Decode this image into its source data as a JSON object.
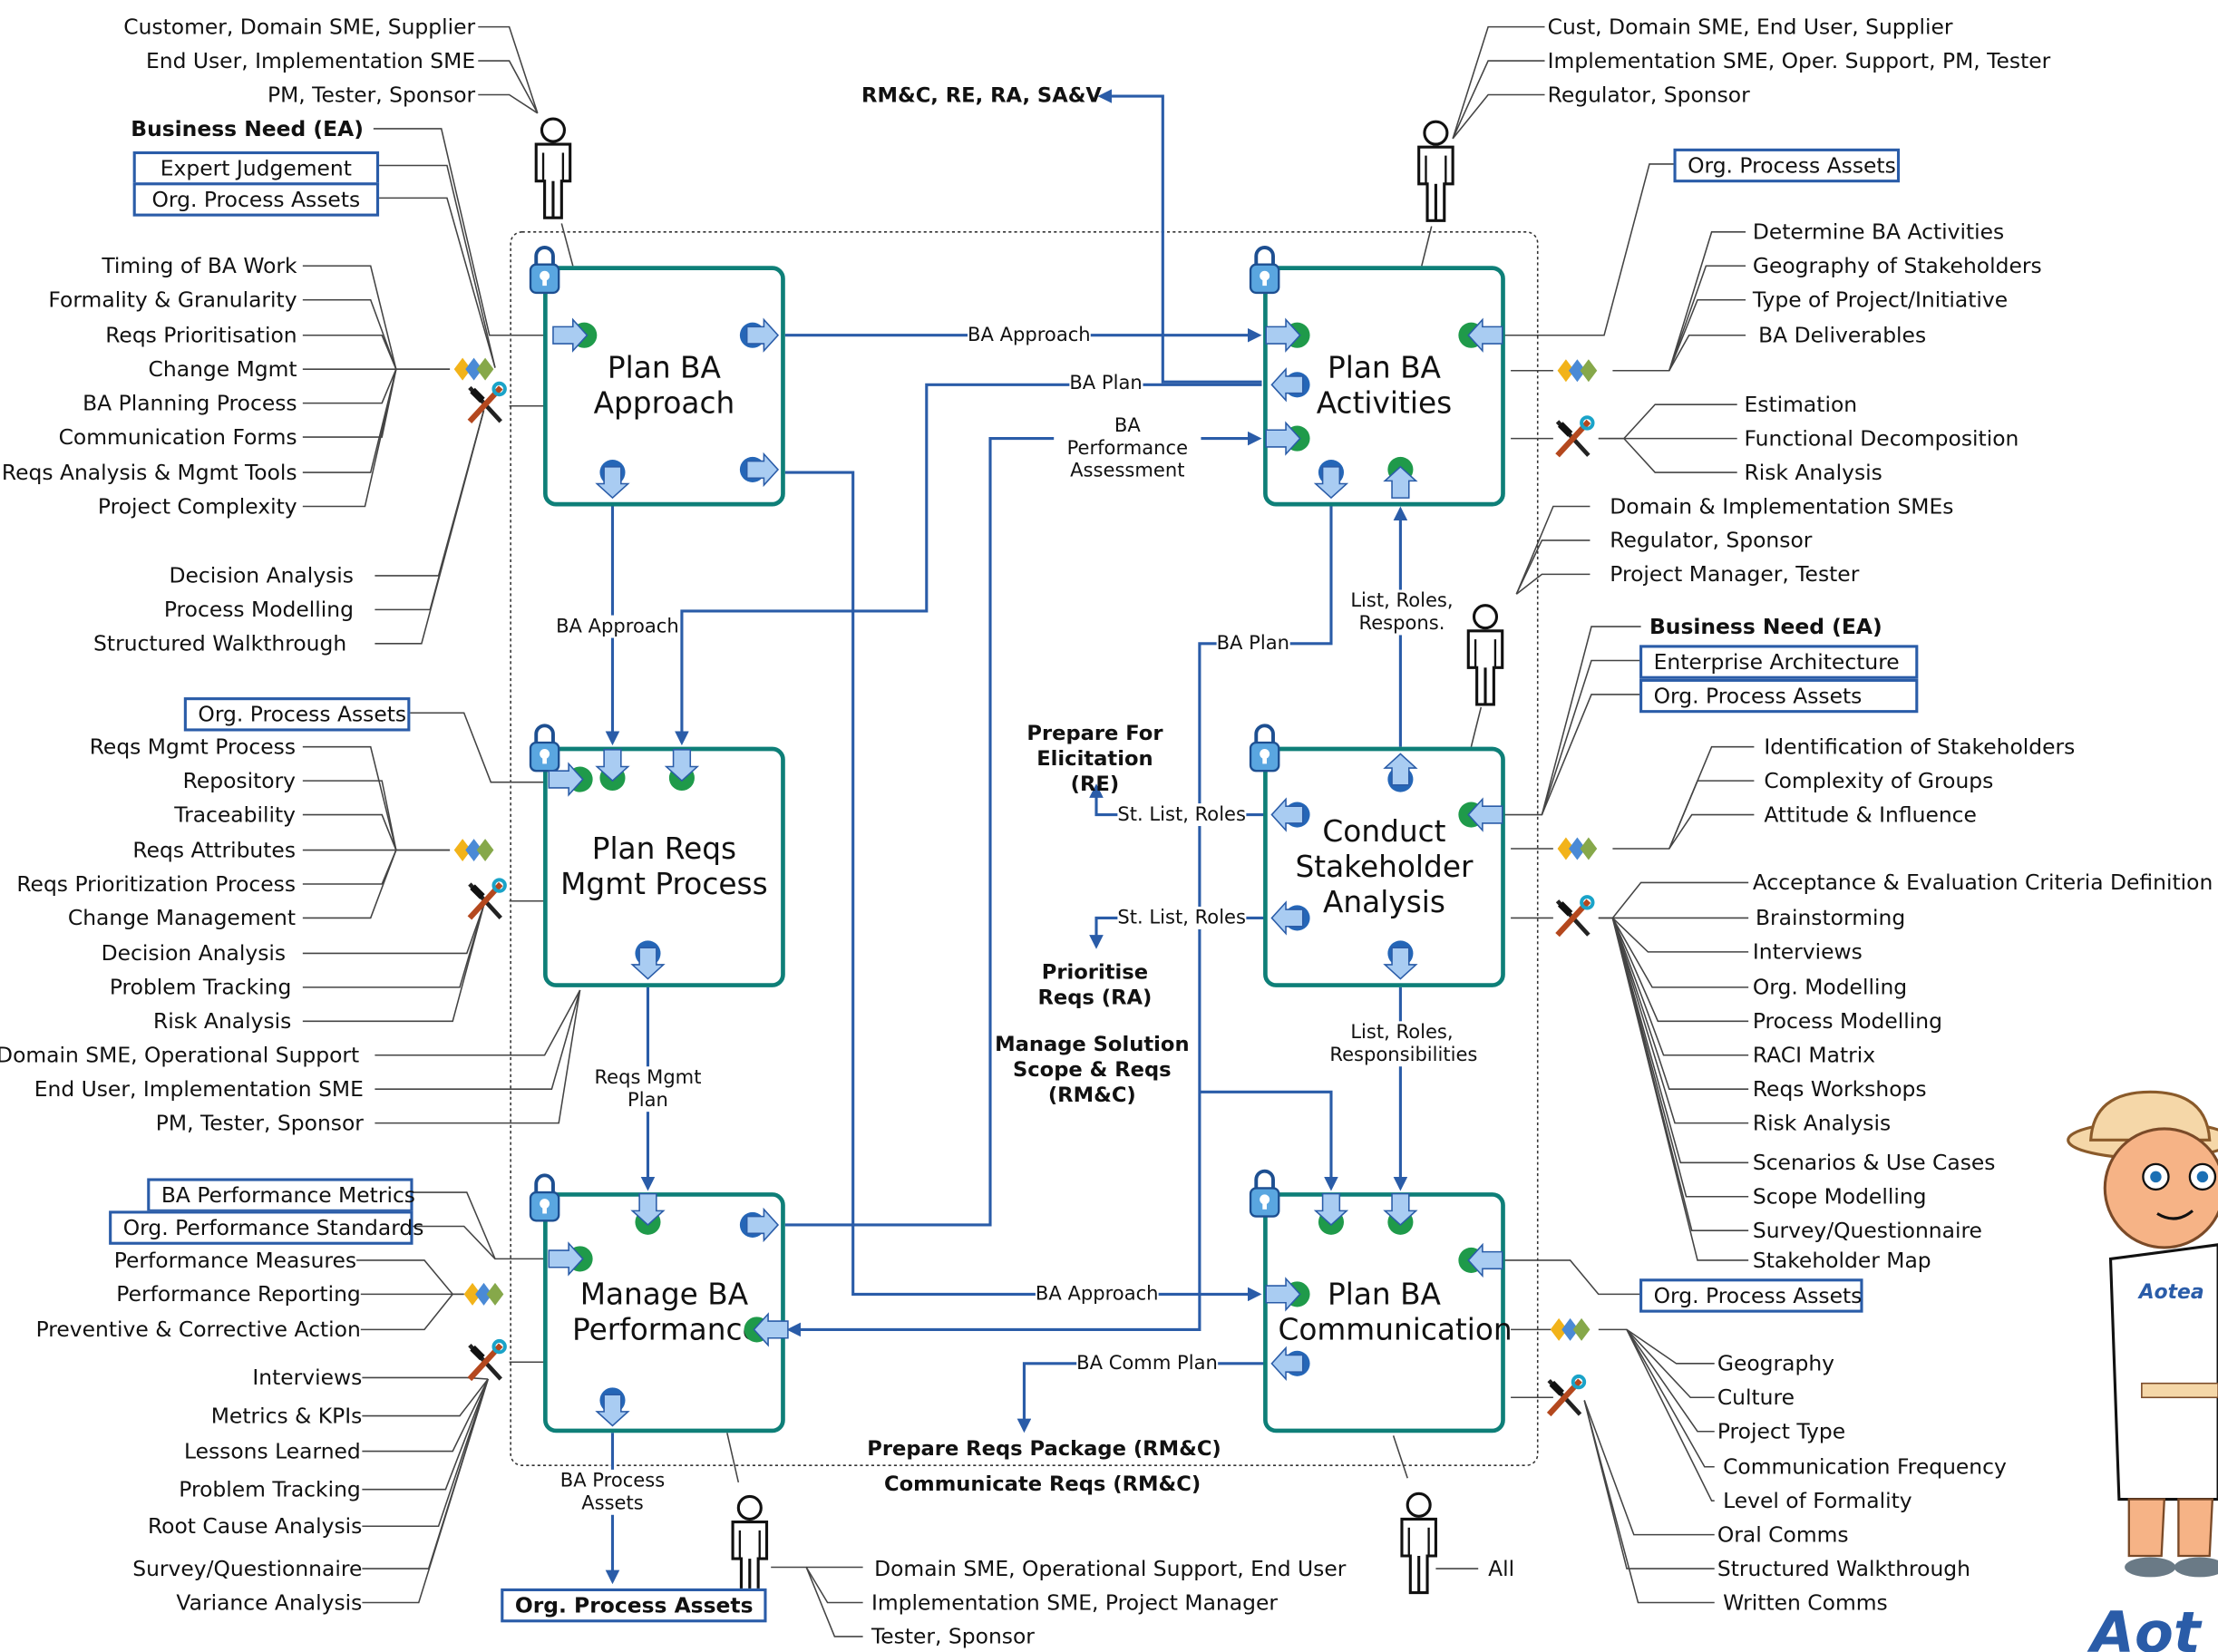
{
  "blocks": {
    "plan_approach": "Plan BA Approach",
    "plan_activities": "Plan BA Activities",
    "plan_reqs_mgmt": "Plan Reqs Mgmt Process",
    "conduct_sa": "Conduct Stakeholder Analysis",
    "manage_perf": "Manage BA Performance",
    "plan_comm": "Plan BA Communication"
  },
  "flows": {
    "ba_approach_top": "BA Approach",
    "ba_plan_top": "BA Plan",
    "ba_perf_assessment": "BA Performance Assessment",
    "ba_approach_left": "BA Approach",
    "ba_plan_mid": "BA Plan",
    "list_roles_respons": "List, Roles, Respons.",
    "st_list_roles_1": "St. List, Roles",
    "st_list_roles_2": "St. List, Roles",
    "reqs_mgmt_plan": "Reqs Mgmt Plan",
    "list_roles_responsibilities": "List, Roles, Responsibilities",
    "ba_approach_bottom": "BA Approach",
    "ba_comm_plan": "BA Comm Plan",
    "ba_process_assets": "BA Process Assets"
  },
  "outputs": {
    "rmc_top": "RM&C, RE, RA, SA&V",
    "prepare_elicitation": "Prepare For Elicitation (RE)",
    "prioritise_reqs": "Prioritise Reqs (RA)",
    "manage_scope": "Manage Solution Scope & Reqs (RM&C)",
    "prepare_package": "Prepare Reqs Package (RM&C)",
    "communicate_reqs": "Communicate Reqs (RM&C)",
    "org_process_assets_out": "Org. Process Assets"
  },
  "approach": {
    "stakeholders": [
      "Customer, Domain SME, Supplier",
      "End User, Implementation SME",
      "PM, Tester, Sponsor"
    ],
    "business_need": "Business Need (EA)",
    "boxed": [
      "Expert Judgement",
      "Org. Process Assets"
    ],
    "elements": [
      "Timing of BA Work",
      "Formality & Granularity",
      "Reqs Prioritisation",
      "Change Mgmt",
      "BA Planning Process",
      "Communication Forms",
      "Reqs Analysis & Mgmt Tools",
      "Project Complexity"
    ],
    "techniques": [
      "Decision Analysis",
      "Process Modelling",
      "Structured Walkthrough"
    ]
  },
  "reqs_mgmt": {
    "boxed": "Org. Process Assets",
    "elements": [
      "Reqs Mgmt Process",
      "Repository",
      "Traceability",
      "Reqs Attributes",
      "Reqs Prioritization Process",
      "Change Management"
    ],
    "techniques": [
      "Decision Analysis",
      "Problem Tracking",
      "Risk Analysis"
    ],
    "stakeholders": [
      "Domain SME, Operational Support",
      "End User, Implementation SME",
      "PM, Tester, Sponsor"
    ]
  },
  "perf": {
    "boxed": [
      "BA Performance Metrics",
      "Org. Performance Standards"
    ],
    "elements": [
      "Performance Measures",
      "Performance Reporting",
      "Preventive & Corrective Action"
    ],
    "techniques": [
      "Interviews",
      "Metrics & KPIs",
      "Lessons Learned",
      "Problem Tracking",
      "Root Cause Analysis",
      "Survey/Questionnaire",
      "Variance Analysis"
    ],
    "stakeholders": [
      "Domain SME, Operational Support, End User",
      "Implementation SME, Project Manager",
      "Tester, Sponsor"
    ]
  },
  "activities": {
    "stakeholders": [
      "Cust, Domain SME, End User, Supplier",
      "Implementation SME, Oper. Support, PM, Tester",
      "Regulator, Sponsor"
    ],
    "boxed": "Org. Process Assets",
    "elements": [
      "Determine BA Activities",
      "Geography of Stakeholders",
      "Type of Project/Initiative",
      "BA Deliverables"
    ],
    "techniques": [
      "Estimation",
      "Functional Decomposition",
      "Risk Analysis"
    ]
  },
  "sa": {
    "stakeholders": [
      "Domain & Implementation SMEs",
      "Regulator, Sponsor",
      "Project Manager, Tester"
    ],
    "business_need": "Business Need (EA)",
    "boxed": [
      "Enterprise Architecture",
      "Org. Process Assets"
    ],
    "elements": [
      "Identification of Stakeholders",
      "Complexity of Groups",
      "Attitude & Influence"
    ],
    "techniques": [
      "Acceptance & Evaluation Criteria Definition",
      "Brainstorming",
      "Interviews",
      "Org. Modelling",
      "Process Modelling",
      "RACI Matrix",
      "Reqs Workshops",
      "Risk Analysis",
      "Scenarios & Use Cases",
      "Scope Modelling",
      "Survey/Questionnaire",
      "Stakeholder Map"
    ]
  },
  "comm": {
    "boxed": "Org. Process Assets",
    "elements": [
      "Geography",
      "Culture",
      "Project Type",
      "Communication Frequency",
      "Level of Formality"
    ],
    "techniques": [
      "Oral Comms",
      "Structured Walkthrough",
      "Written Comms"
    ],
    "stakeholders": "All"
  },
  "colors": {
    "block_border": "#0e7f78",
    "arrow": "#2a5ca8",
    "box_border": "#2a5ca8"
  }
}
